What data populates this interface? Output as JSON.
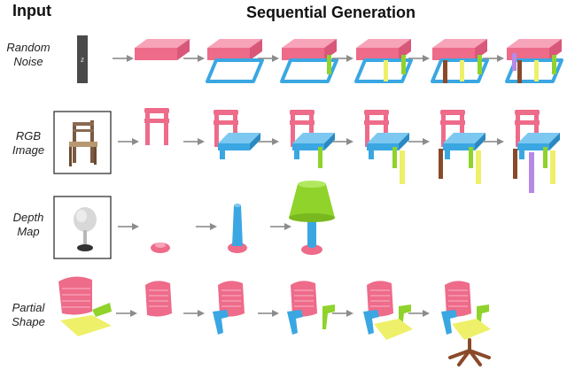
{
  "headers": {
    "input": "Input",
    "output": "Sequential Generation"
  },
  "rows": [
    {
      "id": "noise",
      "label_line1": "Random",
      "label_line2": "Noise",
      "input_symbol": "z",
      "steps": 6
    },
    {
      "id": "rgb",
      "label_line1": "RGB",
      "label_line2": "Image",
      "steps": 6
    },
    {
      "id": "depth",
      "label_line1": "Depth",
      "label_line2": "Map",
      "steps": 3
    },
    {
      "id": "partial",
      "label_line1": "Partial",
      "label_line2": "Shape",
      "steps": 5
    }
  ],
  "colors": {
    "pink": "#ee6b8a",
    "blue": "#3aa7e2",
    "green": "#8fd32b",
    "yellow": "#eef06a",
    "purple": "#b48ae6",
    "brown": "#8a4a2a",
    "gray": "#aaaaaa"
  }
}
